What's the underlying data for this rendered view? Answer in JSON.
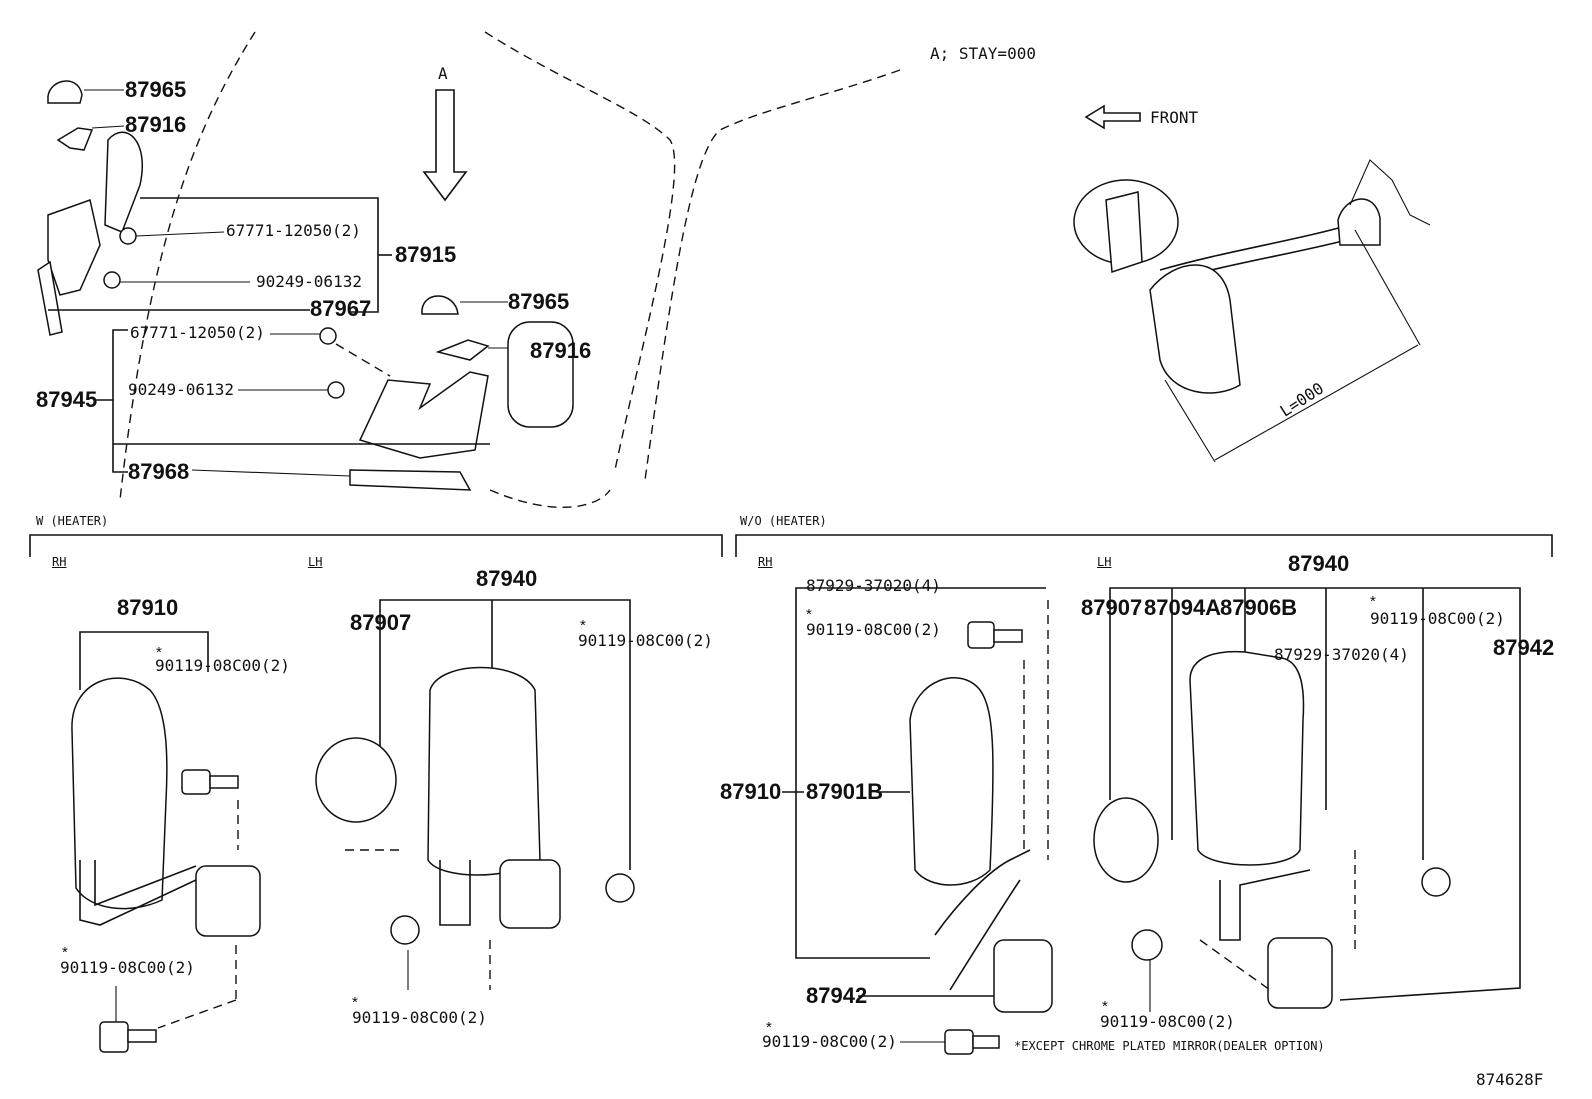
{
  "view": {
    "label": "A",
    "stay": "A; STAY=000",
    "front": "FRONT",
    "length": "L=000"
  },
  "sections": {
    "with_heater": "W (HEATER)",
    "without_heater": "W/O (HEATER)",
    "rh": "RH",
    "lh": "LH"
  },
  "parts": {
    "p87965": "87965",
    "p87916": "87916",
    "p87915": "87915",
    "p87967": "87967",
    "p87945": "87945",
    "p87968": "87968",
    "p87910": "87910",
    "p87940": "87940",
    "p87907": "87907",
    "p87094A": "87094A",
    "p87906B": "87906B",
    "p87901B": "87901B",
    "p87942": "87942",
    "c67771": "67771-12050(2)",
    "c90249": "90249-06132",
    "c90119": "90119-08C00(2)",
    "c87929_4": "87929-37020(4)"
  },
  "marks": {
    "asterisk": "*"
  },
  "footnote": "*EXCEPT CHROME PLATED MIRROR(DEALER OPTION)",
  "figure_id": "874628F"
}
